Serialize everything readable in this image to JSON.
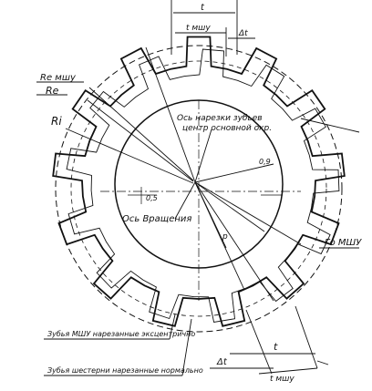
{
  "labels": {
    "re_mshu": "Re мшу",
    "re": "Re",
    "ri": "Ri",
    "axis_cutting_1": "Ось нарезки зубьев",
    "axis_cutting_2": "центр основной окр.",
    "axis_rotation": "Ось Вращения",
    "r0_mshu": "Го МШУ",
    "teeth_mshu": "Зубья МШУ нарезанные эксцентрично",
    "teeth_gear": "Зубья шестерни нарезанные нормально",
    "t_top": "t",
    "t_mshu_top": "t мшу",
    "delta_t_top": "Δt",
    "delta_t_bottom": "Δt",
    "t_bottom": "t",
    "t_mshu_bottom": "t мшу",
    "dim_09": "0,9",
    "dim_05": "0,5",
    "mark_p": "р"
  },
  "colors": {
    "ink": "#111111",
    "background": "#ffffff"
  },
  "gear": {
    "teeth_count": 13
  }
}
